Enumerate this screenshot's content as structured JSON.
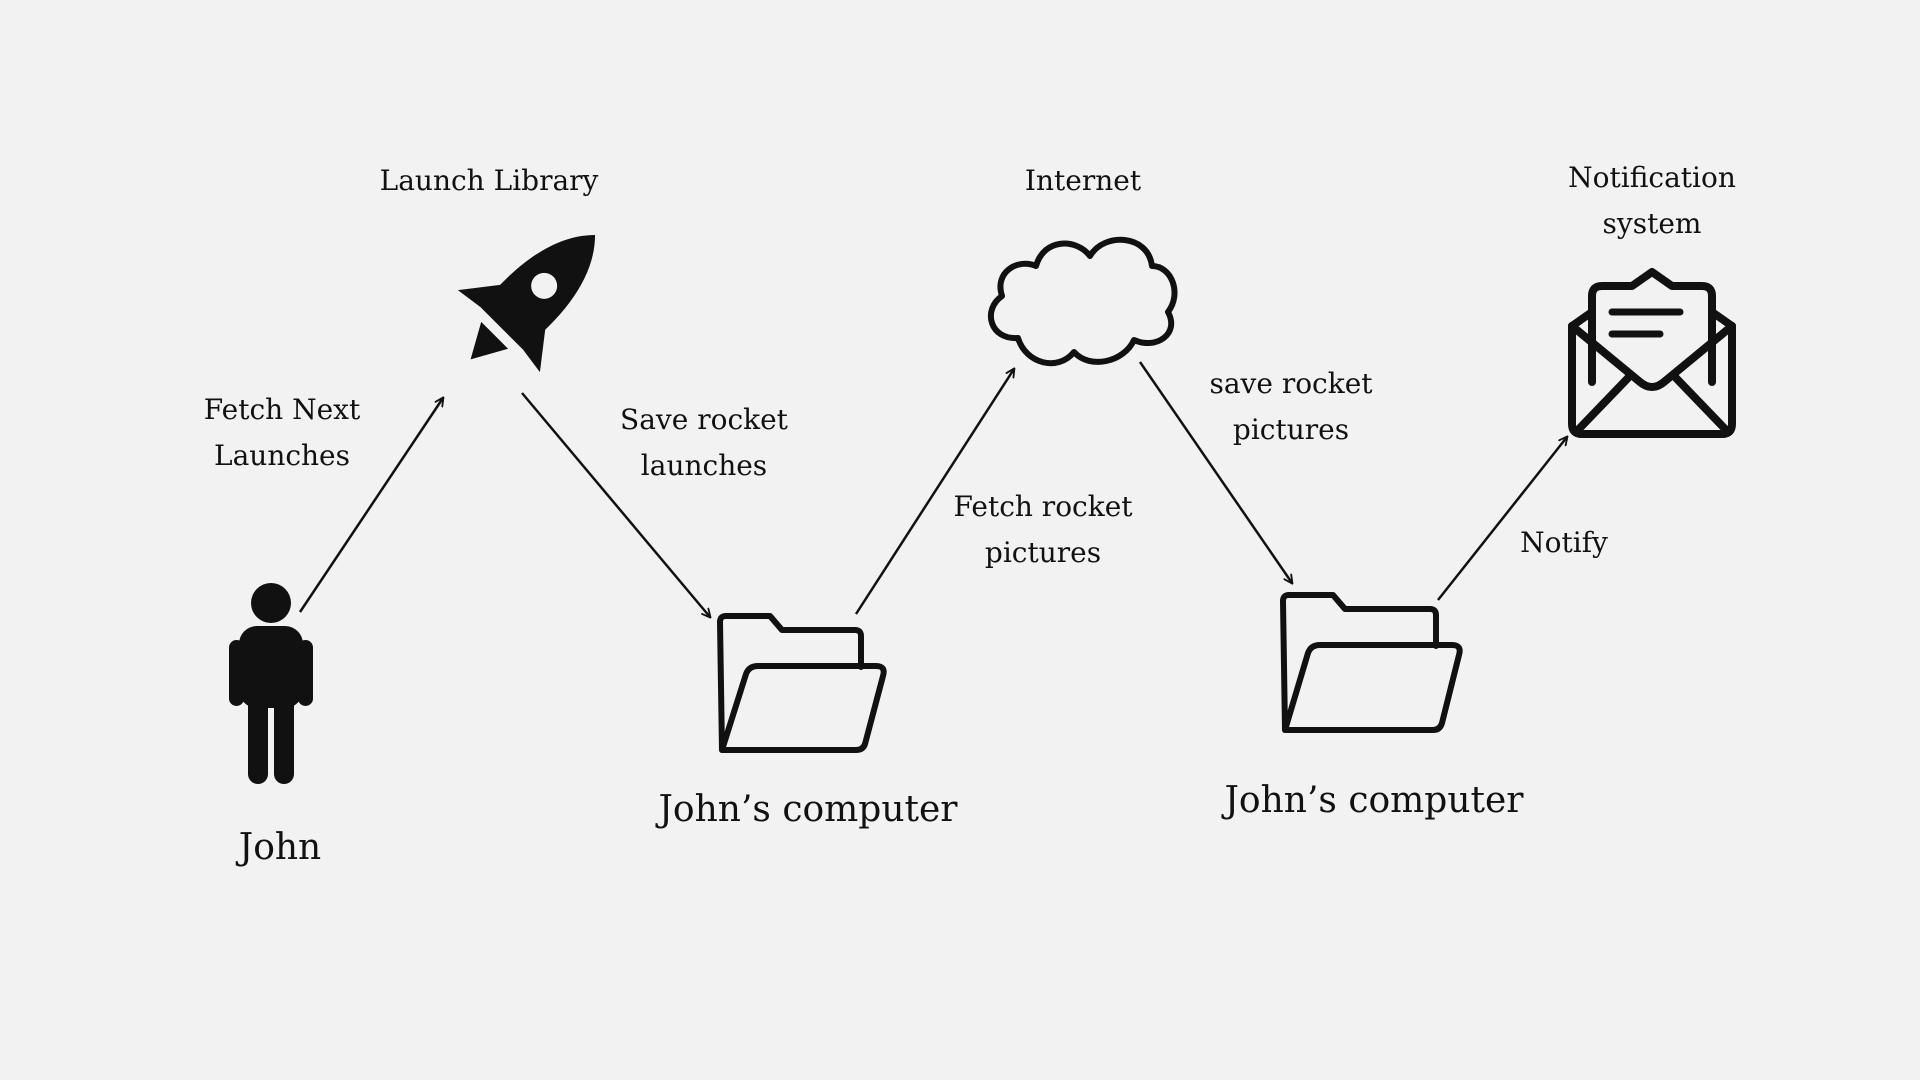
{
  "nodes": {
    "john": {
      "label": "John"
    },
    "launch_library": {
      "label": "Launch Library"
    },
    "computer_1": {
      "label": "John’s computer"
    },
    "internet": {
      "label": "Internet"
    },
    "computer_2": {
      "label": "John’s computer"
    },
    "notification": {
      "label": "Notification\nsystem"
    }
  },
  "edges": {
    "fetch_next_launches": {
      "label": "Fetch Next\nLaunches"
    },
    "save_rocket_launches": {
      "label": "Save rocket\nlaunches"
    },
    "fetch_rocket_pictures": {
      "label": "Fetch rocket\npictures"
    },
    "save_rocket_pictures": {
      "label": "save rocket\npictures"
    },
    "notify": {
      "label": "Notify"
    }
  },
  "colors": {
    "background": "#f2f2f2",
    "ink": "#111111"
  },
  "icons": {
    "john": "person-icon",
    "launch_library": "rocket-icon",
    "computer_1": "folder-icon",
    "internet": "cloud-icon",
    "computer_2": "folder-icon",
    "notification": "envelope-icon"
  }
}
